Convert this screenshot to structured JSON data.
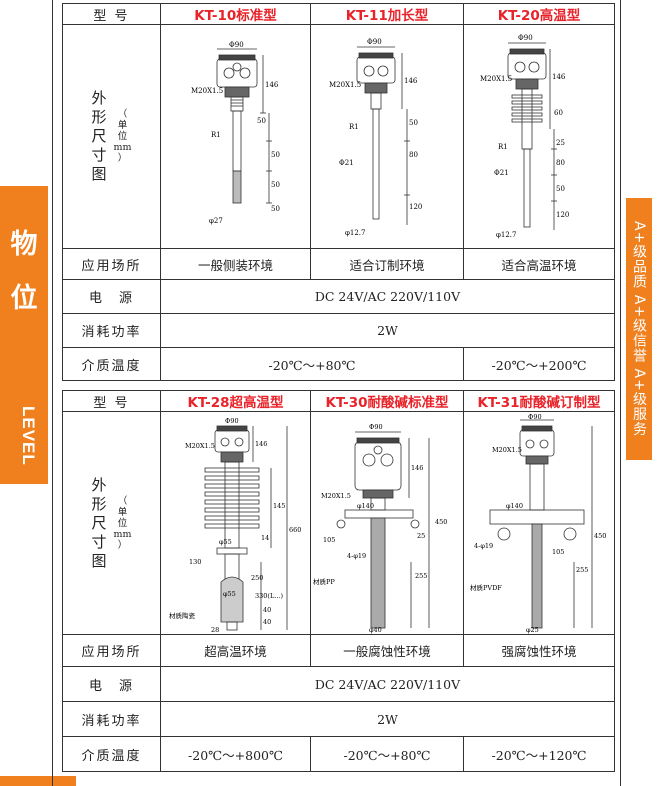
{
  "sidebar": {
    "char1": "物",
    "char2": "位",
    "level": "LEVEL"
  },
  "right_tab": {
    "text": "A+级品质 A+级信誉 A+级服务"
  },
  "row_labels": {
    "model": "型 号",
    "dims_big": [
      "外",
      "形",
      "尺",
      "寸",
      "图"
    ],
    "dims_small": [
      "（",
      "单",
      "位",
      "mm",
      "）"
    ],
    "application": "应用场所",
    "power": "电　源",
    "consumption": "消耗功率",
    "temperature": "介质温度"
  },
  "table1": {
    "models": [
      "KT-10标准型",
      "KT-11加长型",
      "KT-20高温型"
    ],
    "applications": [
      "一般侧装环境",
      "适合订制环境",
      "适合高温环境"
    ],
    "power": "DC 24V/AC 220V/110V",
    "consumption": "2W",
    "temp_left": "-20℃～+80℃",
    "temp_right": "-20℃～+200℃"
  },
  "table2": {
    "models": [
      "KT-28超高温型",
      "KT-30耐酸碱标准型",
      "KT-31耐酸碱订制型"
    ],
    "applications": [
      "超高温环境",
      "一般腐蚀性环境",
      "强腐蚀性环境"
    ],
    "power": "DC 24V/AC 220V/110V",
    "consumption": "2W",
    "temps": [
      "-20℃～+800℃",
      "-20℃～+80℃",
      "-20℃～+120℃"
    ]
  },
  "drawings": {
    "kt10": {
      "phi_top": "Φ90",
      "thread": "M20X1.5",
      "r": "R1",
      "d146": "146",
      "d50a": "50",
      "d50b": "50",
      "d50c": "50",
      "d50d": "50",
      "phi_bot": "φ27"
    },
    "kt11": {
      "phi_top": "Φ90",
      "thread": "M20X1.5",
      "r": "R1",
      "d146": "146",
      "d50": "50",
      "d80": "80",
      "phi21": "Φ21",
      "d120": "120",
      "phi_bot": "φ12.7"
    },
    "kt20": {
      "phi_top": "Φ90",
      "thread": "M20X1.5",
      "d146": "146",
      "d60": "60",
      "r": "R1",
      "d25": "25",
      "d80": "80",
      "phi21": "Φ21",
      "d50": "50",
      "d120": "120",
      "phi_bot": "φ12.7"
    },
    "kt28": {
      "phi_top": "Φ90",
      "thread": "M20X1.5",
      "d146": "146",
      "d145": "145",
      "d14": "14",
      "d660": "660",
      "phi55a": "φ55",
      "d130": "130",
      "d250": "250",
      "phi55b": "φ55",
      "d330": "330(L...)",
      "d40a": "40",
      "d40b": "40",
      "material": "材质陶瓷",
      "d28": "28"
    },
    "kt30": {
      "phi_top": "Φ90",
      "thread": "M20X1.5",
      "d146": "146",
      "phi140": "φ140",
      "d450": "450",
      "d25": "25",
      "d105": "105",
      "holes": "4-φ19",
      "d255": "255",
      "material": "材质PP",
      "phi40": "φ40"
    },
    "kt31": {
      "phi_top": "Φ90",
      "thread": "M20X1.5",
      "phi140": "φ140",
      "holes": "4-φ19",
      "d450": "450",
      "d105": "105",
      "d255": "255",
      "material": "材质PVDF",
      "phi25": "φ25"
    }
  }
}
